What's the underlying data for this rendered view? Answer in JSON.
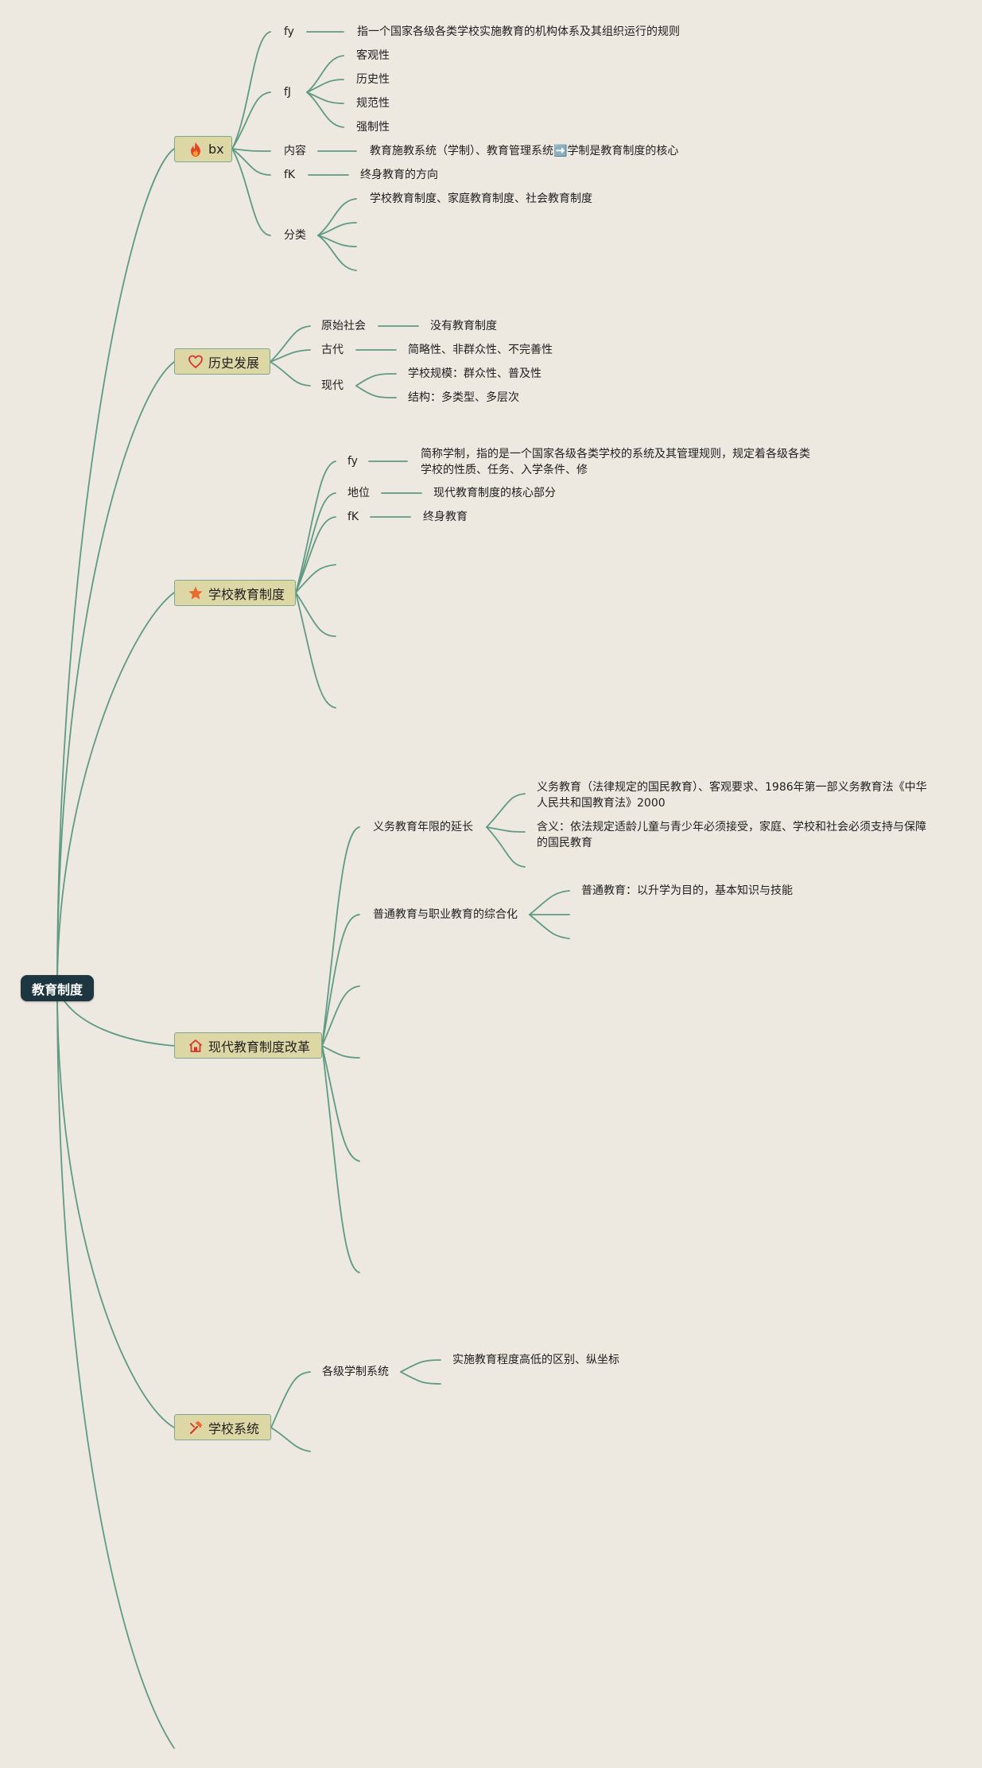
{
  "root": {
    "label": "教育制度"
  },
  "colors": {
    "line": "#5f9a83",
    "topic_fill": "#ddd6a5",
    "root_fill": "#1d3640",
    "background": "#ede8e0"
  },
  "topics": {
    "bx": {
      "label": "bx",
      "icon": "fire-icon",
      "fy": {
        "label": "fy",
        "value": "指一个国家各级各类学校实施教育的机构体系及其组织运行的规则"
      },
      "fj": {
        "label": "fJ",
        "items": [
          "客观性",
          "历史性",
          "规范性",
          "强制性"
        ]
      },
      "neirong": {
        "label": "内容",
        "value": "教育施教系统（学制）、教育管理系统",
        "arrow": "➡️",
        "value2": "学制是教育制度的核心"
      },
      "fk": {
        "label": "fK",
        "value": "终身教育的方向"
      },
      "fenlei": {
        "label": "分类",
        "items": [
          "学校教育制度、家庭教育制度、社会教育制度"
        ]
      }
    },
    "history": {
      "label": "历史发展",
      "icon": "heart-icon",
      "primitive": {
        "label": "原始社会",
        "value": "没有教育制度"
      },
      "ancient": {
        "label": "古代",
        "value": "简略性、非群众性、不完善性"
      },
      "modern": {
        "label": "现代",
        "items": [
          "学校规模：群众性、普及性",
          "结构：多类型、多层次"
        ]
      }
    },
    "school_system_edu": {
      "label": "学校教育制度",
      "icon": "star-icon",
      "fy": {
        "label": "fy",
        "value": "简称学制，指的是一个国家各级各类学校的系统及其管理规则，规定着各级各类学校的性质、任务、入学条件、修"
      },
      "status": {
        "label": "地位",
        "value": "现代教育制度的核心部分"
      },
      "fk": {
        "label": "fK",
        "value": "终身教育"
      }
    },
    "reform": {
      "label": "现代教育制度改革",
      "icon": "house-icon",
      "compulsory": {
        "label": "义务教育年限的延长",
        "items": [
          "义务教育（法律规定的国民教育）、客观要求、1986年第一部义务教育法《中华人民共和国教育法》2000",
          "含义：依法规定适龄儿童与青少年必须接受，家庭、学校和社会必须支持与保障的国民教育"
        ]
      },
      "integration": {
        "label": "普通教育与职业教育的综合化",
        "items": [
          "普通教育：以升学为目的，基本知识与技能"
        ]
      }
    },
    "school_system": {
      "label": "学校系统",
      "icon": "tools-icon",
      "levels": {
        "label": "各级学制系统",
        "value": "实施教育程度高低的区别、纵坐标"
      }
    }
  }
}
